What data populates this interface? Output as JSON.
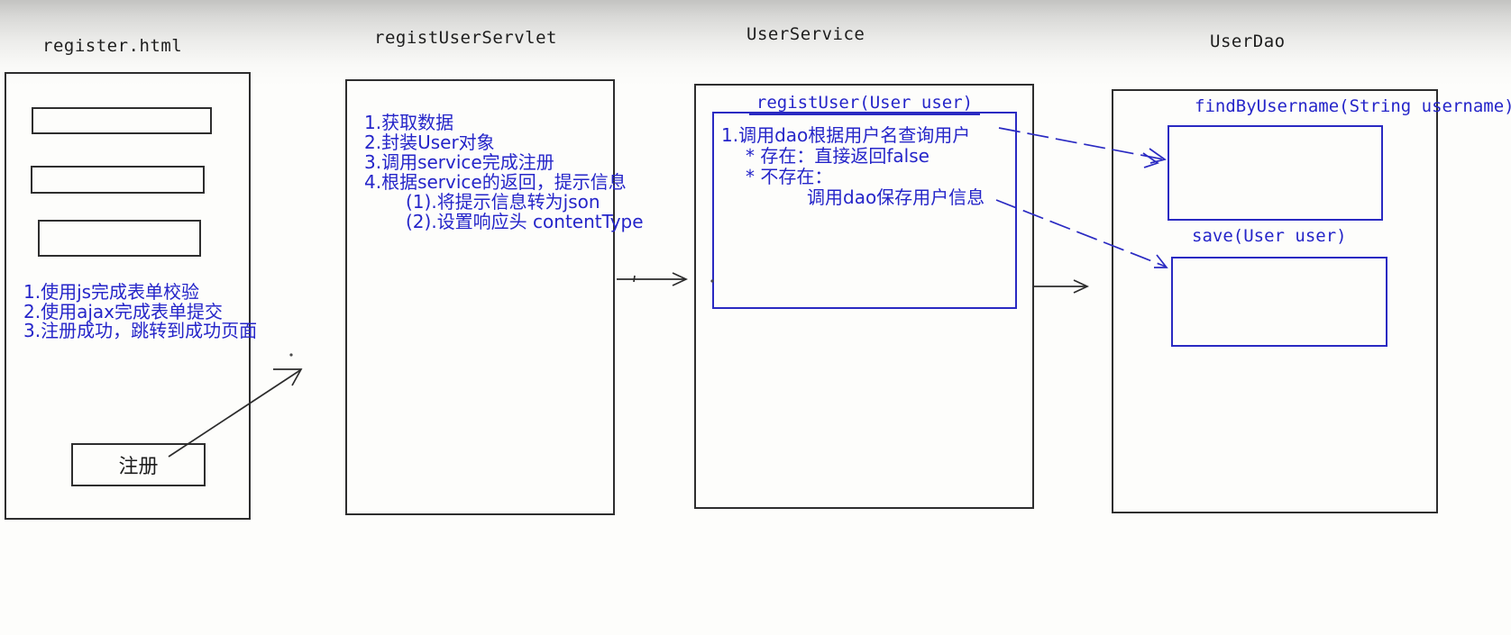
{
  "diagram": {
    "colors": {
      "ink_black": "#2e2e2e",
      "ink_blue": "#2525c9"
    },
    "panels": {
      "register": {
        "title": "register.html",
        "form_field_count": 3,
        "notes": [
          "1.使用js完成表单校验",
          "2.使用ajax完成表单提交",
          "3.注册成功，跳转到成功页面"
        ],
        "submit_label": "注册"
      },
      "servlet": {
        "title": "registUserServlet",
        "steps": [
          "1.获取数据",
          "2.封装User对象",
          "3.调用service完成注册",
          "4.根据service的返回，提示信息",
          "(1).将提示信息转为json",
          "(2).设置响应头 contentType"
        ]
      },
      "service": {
        "title": "UserService",
        "method_signature": "registUser(User user)",
        "steps": [
          "1.调用dao根据用户名查询用户",
          "* 存在：直接返回false",
          "* 不存在：",
          "调用dao保存用户信息"
        ]
      },
      "dao": {
        "title": "UserDao",
        "methods": [
          {
            "signature": "findByUsername(String username)"
          },
          {
            "signature": "save(User user)"
          }
        ]
      }
    }
  }
}
